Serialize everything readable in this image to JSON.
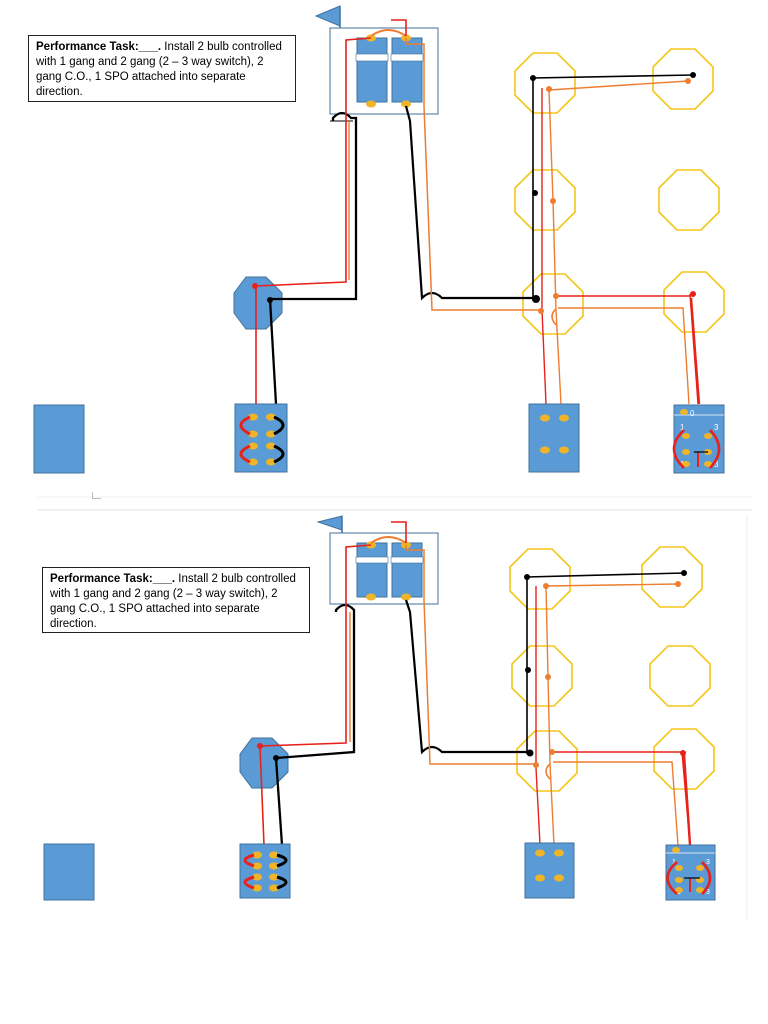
{
  "task": {
    "heading": "Performance Task:___.",
    "body": " Install 2 bulb controlled with 1 gang and 2 gang (2 – 3 way switch), 2 gang C.O., 1 SPO attached into separate direction."
  },
  "spo_terminals": {
    "t0": "0",
    "t1": "1",
    "t3": "3",
    "t1b": "1",
    "t3b": "3"
  },
  "colors": {
    "device_blue": "#5b9bd5",
    "device_border": "#41719c",
    "box_outline": "#f5c518",
    "wire_black": "#000000",
    "wire_red": "#e8211a",
    "wire_orange": "#ed7d31",
    "terminal_yellow": "#f0b429"
  }
}
